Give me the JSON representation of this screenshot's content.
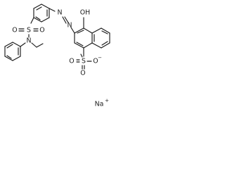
{
  "labels": {
    "sulfonyl_s": "S",
    "sulfonyl_o1": "O",
    "sulfonyl_o2": "O",
    "sulfonamide_n": "N",
    "azo_n1": "N",
    "azo_n2": "N",
    "hydroxyl": "OH",
    "sulfonate_s": "S",
    "sulfonate_o_top": "O",
    "sulfonate_o_bottom": "O",
    "sulfonate_o_minus": "O",
    "minus_sign": "−",
    "counter_ion": "Na",
    "plus_sign": "+"
  }
}
